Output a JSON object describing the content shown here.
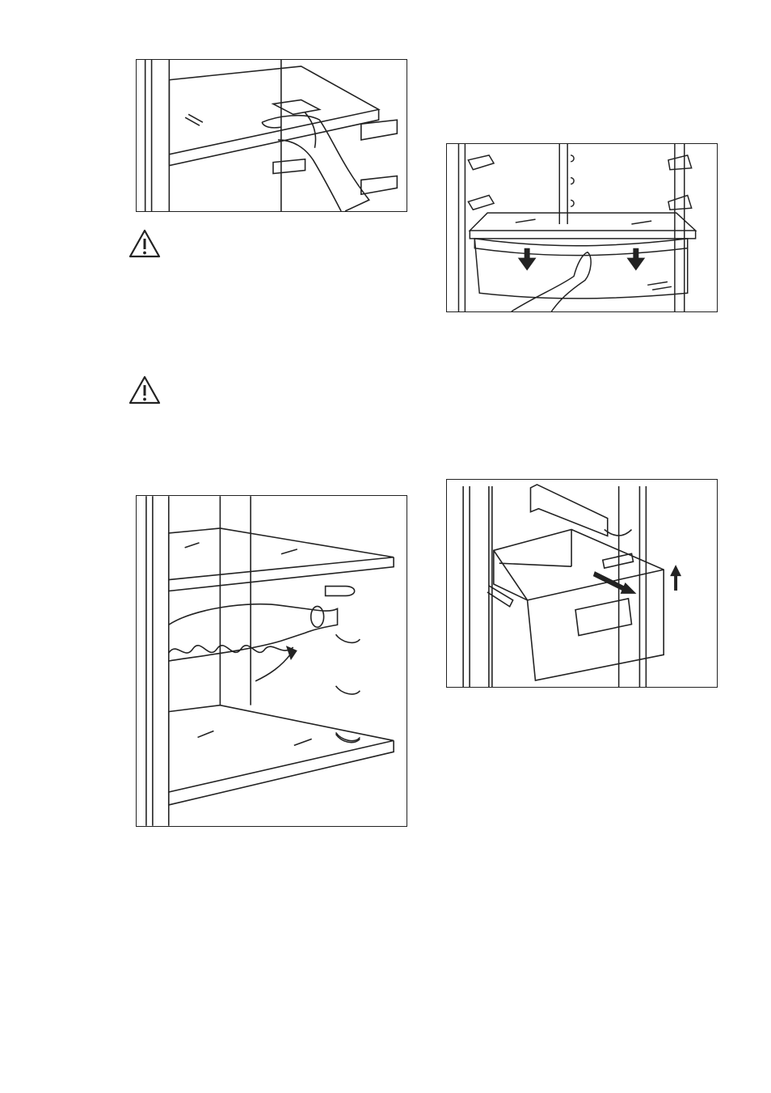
{
  "figures": [
    {
      "id": "shelf-removal",
      "icon": "hand-lifting-glass-shelf"
    },
    {
      "id": "crisper-drawer-front",
      "icon": "hand-pulling-crisper-drawer"
    },
    {
      "id": "bottle-rack",
      "icon": "bottle-rack-tilted-between-shelves"
    },
    {
      "id": "freshbox-drawer",
      "icon": "drawer-lift-and-pull-out"
    }
  ],
  "warnings": [
    {
      "icon": "warning-triangle-icon"
    },
    {
      "icon": "warning-triangle-icon"
    }
  ]
}
